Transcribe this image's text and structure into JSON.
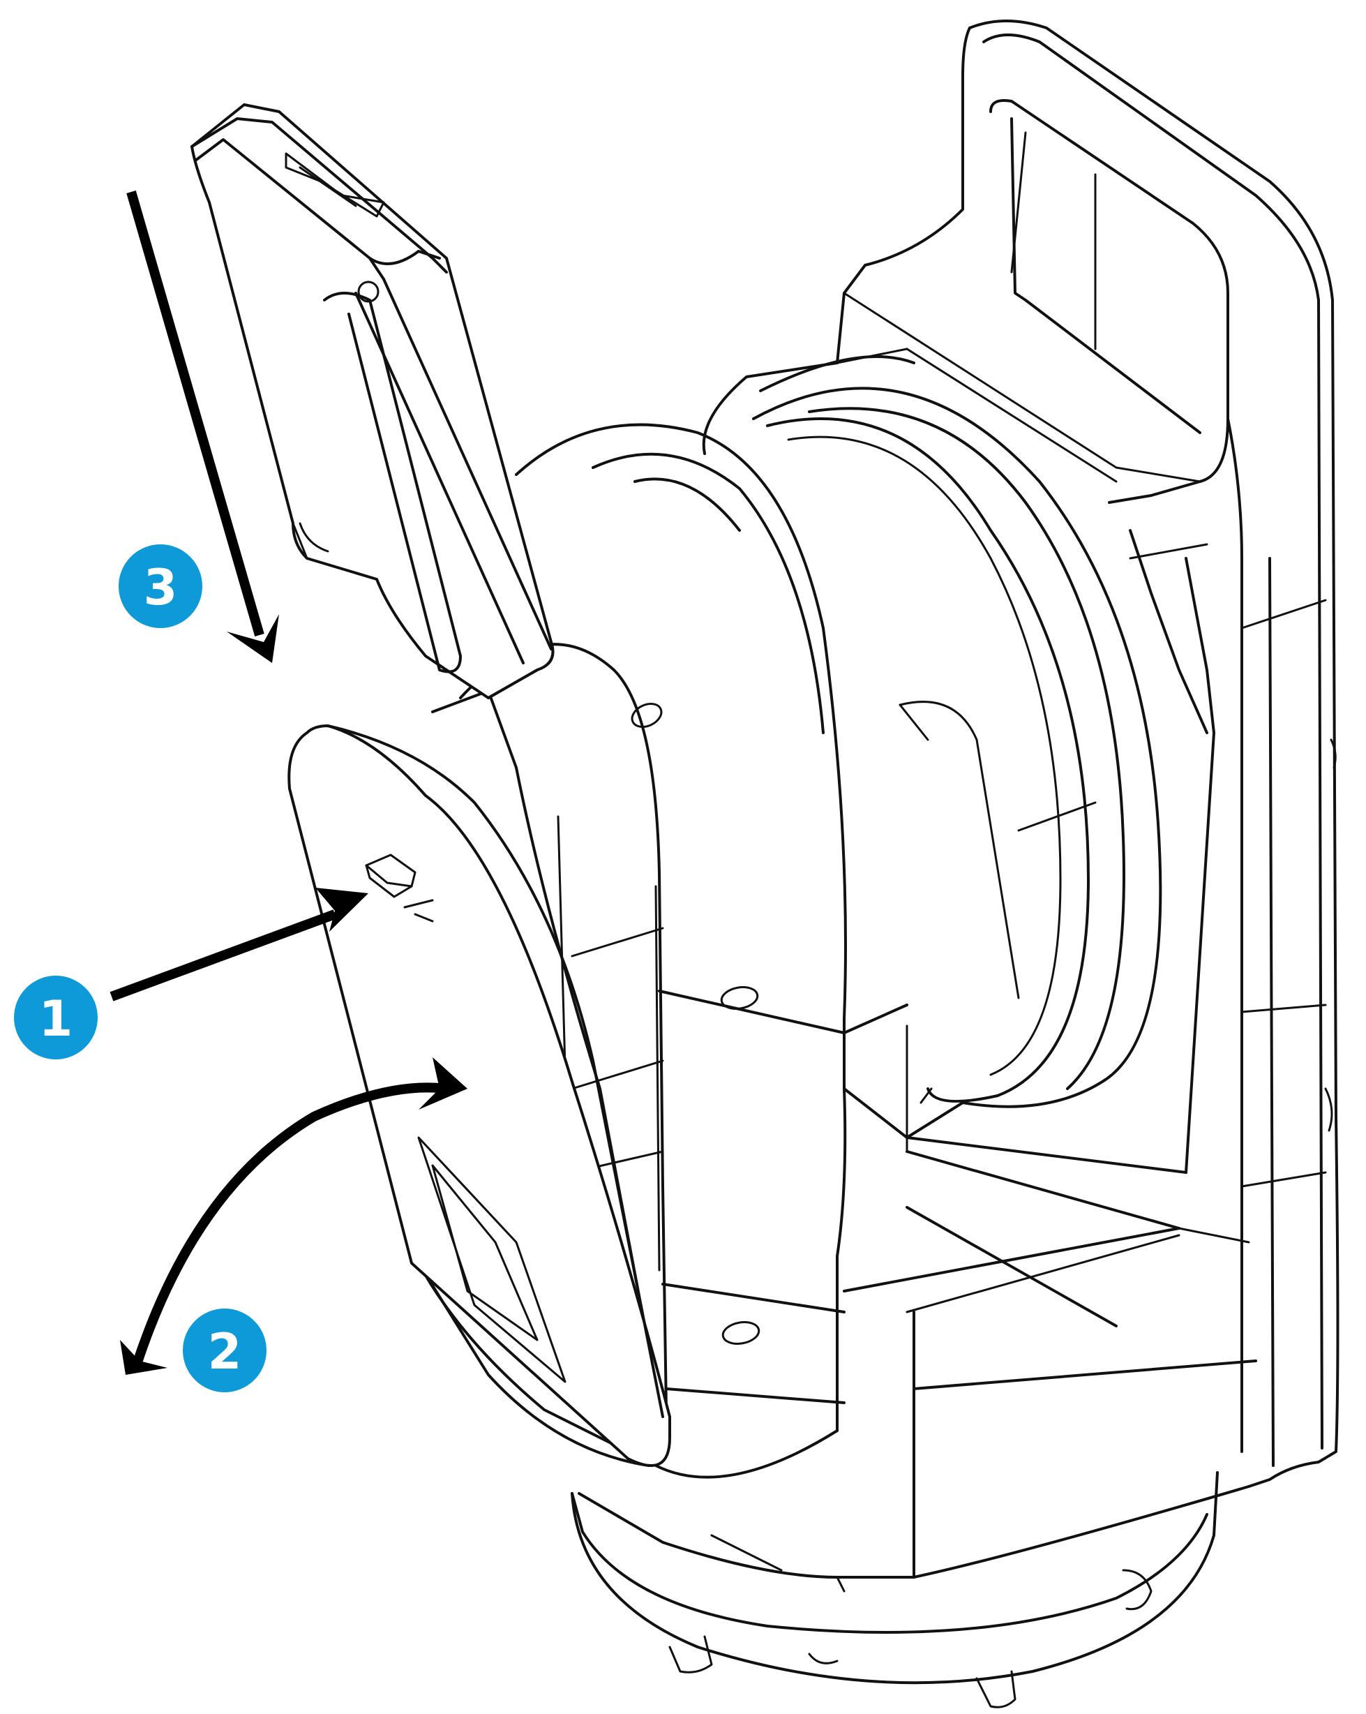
{
  "diagram": {
    "steps": [
      {
        "label": "1",
        "color": "#0e9ad8"
      },
      {
        "label": "2",
        "color": "#0e9ad8"
      },
      {
        "label": "3",
        "color": "#0e9ad8"
      }
    ],
    "icons": {
      "device": "laser-scanner-illustration",
      "battery": "battery-pack",
      "door": "battery-compartment-door"
    }
  }
}
